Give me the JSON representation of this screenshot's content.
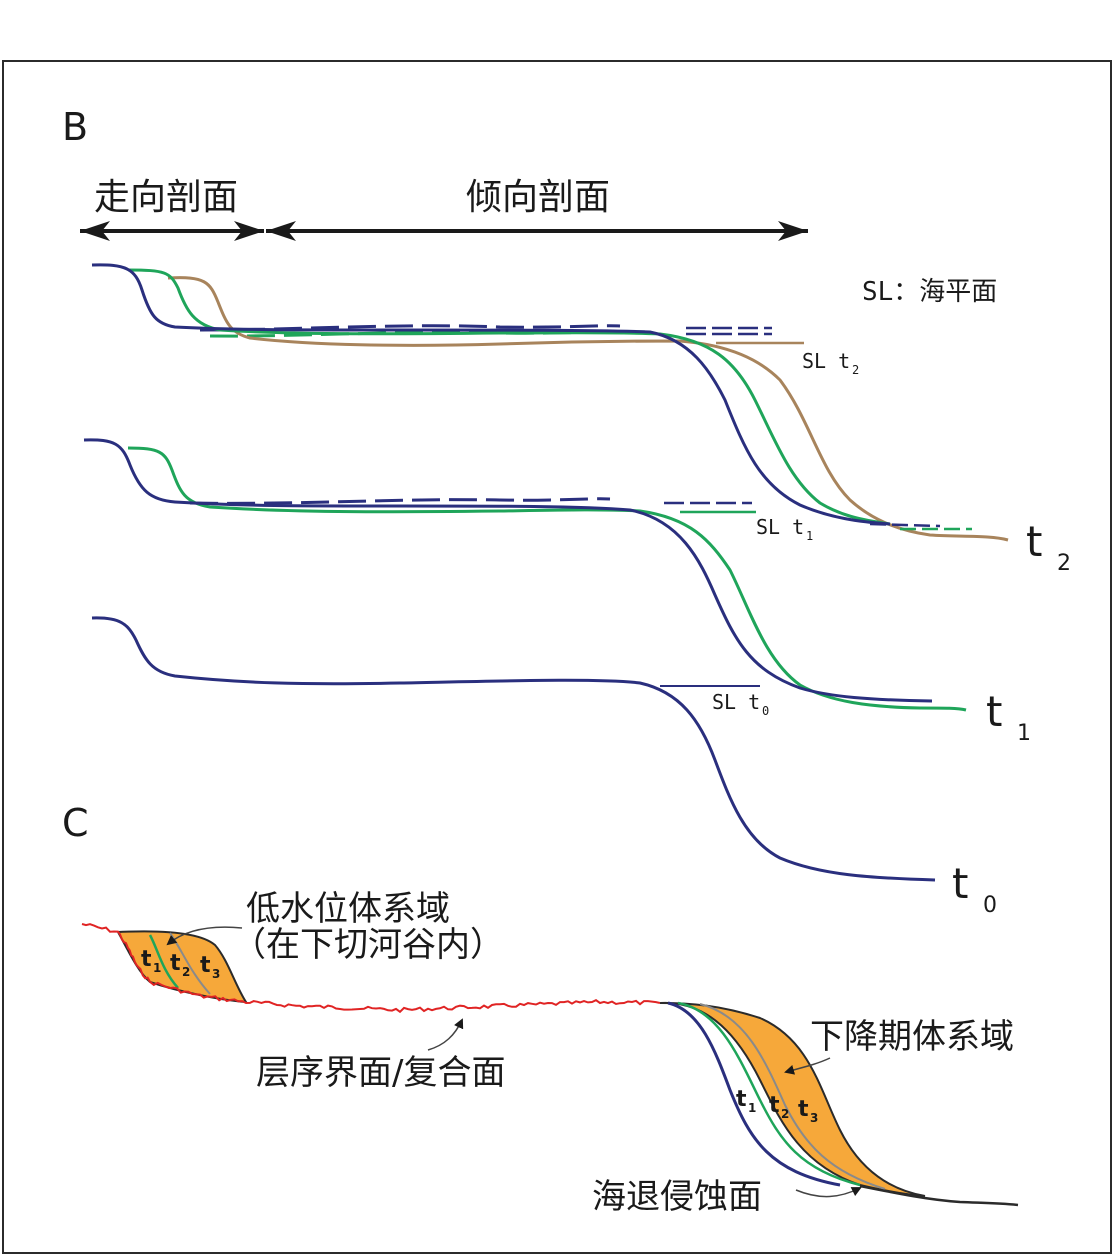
{
  "panel_b": {
    "label": "B",
    "strike_section": "走向剖面",
    "dip_section": "倾向剖面",
    "legend": "SL：海平面",
    "sl_t2": "SL t",
    "sl_t2_sub": "2",
    "sl_t1": "SL t",
    "sl_t1_sub": "1",
    "sl_t0": "SL t",
    "sl_t0_sub": "0",
    "profile_t2": "t",
    "profile_t2_sub": "2",
    "profile_t1": "t",
    "profile_t1_sub": "1",
    "profile_t0": "t",
    "profile_t0_sub": "0"
  },
  "panel_c": {
    "label": "C",
    "lowstand_line1": "低水位体系域",
    "lowstand_line2": "（在下切河谷内）",
    "sequence_boundary": "层序界面/复合面",
    "falling_stage": "下降期体系域",
    "regressive_surface": "海退侵蚀面",
    "t": "t",
    "s1": "1",
    "s2": "2",
    "s3": "3"
  },
  "colors": {
    "t0_line": "#2a2f7e",
    "t1_line": "#1fa55a",
    "t2_line": "#a8845c",
    "fill": "#f6a83a",
    "erosion": "#e02424",
    "frame": "#2b2b2b"
  }
}
